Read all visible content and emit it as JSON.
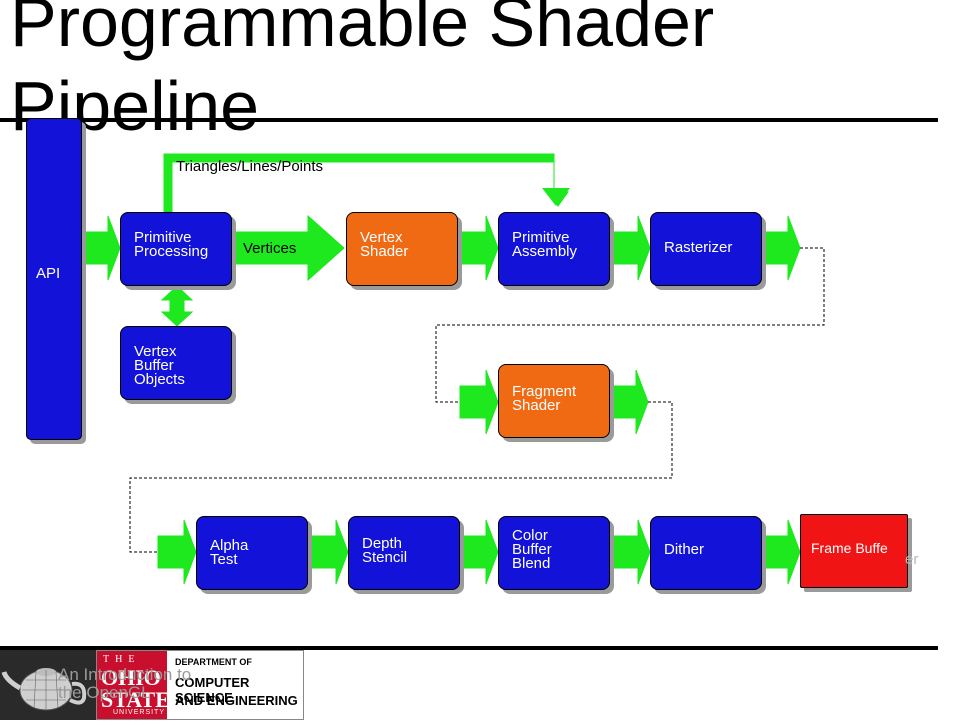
{
  "title": "Programmable Shader\nPipeline",
  "api_label": "API",
  "top_arrow_label": "Triangles/Lines/Points",
  "vertices_label": "Vertices",
  "stages": {
    "primitive_processing": [
      "Primitive",
      "Processing"
    ],
    "vertex_shader": [
      "Vertex",
      "Shader"
    ],
    "primitive_assembly": [
      "Primitive",
      "Assembly"
    ],
    "rasterizer": [
      "Rasterizer"
    ],
    "vertex_buffer_objects": [
      "Vertex",
      "Buffer",
      "Objects"
    ],
    "fragment_shader": [
      "Fragment",
      "Shader"
    ],
    "alpha_test": [
      "Alpha",
      "Test"
    ],
    "depth_stencil": [
      "Depth",
      "Stencil"
    ],
    "color_buffer_blend": [
      "Color",
      "Buffer",
      "Blend"
    ],
    "dither": [
      "Dither"
    ],
    "frame_buffer": [
      "Frame Buffe"
    ]
  },
  "frame_buffer_overflow": "er",
  "footer_text": "An Introduction to\nthe OpenGL",
  "logo": {
    "the": "THE",
    "ohio": "OHIO",
    "state": "STATE",
    "university": "UNIVERSITY",
    "dept_line1": "DEPARTMENT OF",
    "dept_line2": "COMPUTER SCIENCE",
    "dept_line3": "AND ENGINEERING"
  },
  "colors": {
    "shader_blue": "#1212d8",
    "programmable_orange": "#f06a14",
    "frame_buffer_red": "#f01414",
    "arrow_green": "#1ee81e",
    "osu_scarlet": "#c8102e"
  }
}
